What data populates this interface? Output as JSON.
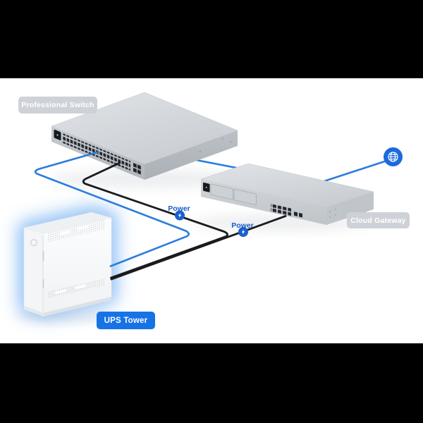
{
  "scene": {
    "description": "Isometric network topology diagram with a switch, cloud gateway, UPS tower and internet globe",
    "background": "#ffffff",
    "letterbox_color": "#000000"
  },
  "nodes": {
    "professional_switch": {
      "label": "Professional Switch",
      "badge_bg": "#ced2d8",
      "badge_text_color": "#ffffff"
    },
    "cloud_gateway": {
      "label": "Cloud Gateway",
      "badge_bg": "#ced2d8",
      "badge_text_color": "#ffffff"
    },
    "ups_tower": {
      "label": "UPS Tower",
      "badge_bg": "#1673e6",
      "badge_text_color": "#ffffff",
      "glow_color": "#85baf2"
    },
    "internet": {
      "icon": "globe-icon",
      "color": "#1b6ade"
    }
  },
  "connections": {
    "power_label_1": "Power",
    "power_label_2": "Power",
    "network_color": "#2b7ddd",
    "power_color": "#1a1b1d",
    "power_marker_color": "#1b5fd0",
    "power_marker_icon": "lightning-bolt-icon",
    "links": [
      {
        "from": "professional-switch",
        "to": "ups-tower",
        "type": "network"
      },
      {
        "from": "professional-switch",
        "to": "cloud-gateway",
        "type": "network"
      },
      {
        "from": "cloud-gateway",
        "to": "internet",
        "type": "network"
      },
      {
        "from": "ups-tower",
        "to": "professional-switch",
        "type": "power",
        "label": "Power"
      },
      {
        "from": "ups-tower",
        "to": "cloud-gateway",
        "type": "power",
        "label": "Power"
      }
    ]
  }
}
